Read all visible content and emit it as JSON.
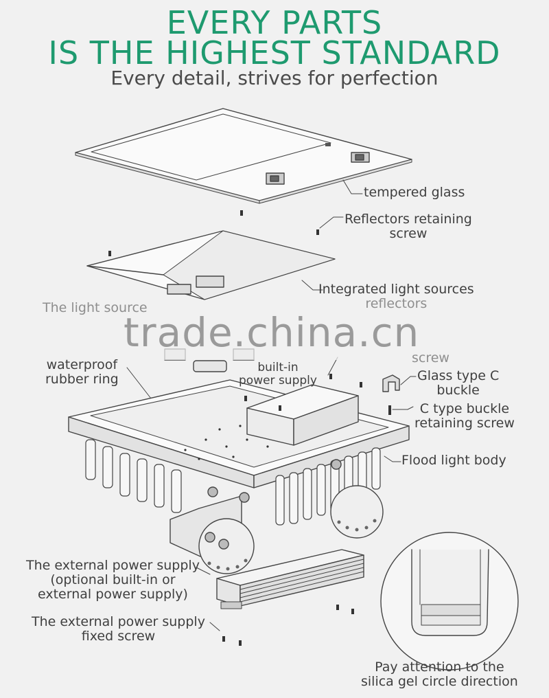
{
  "header": {
    "title_line1": "EVERY PARTS",
    "title_line2": "IS THE HIGHEST STANDARD",
    "subtitle": "Every detail, strives for perfection"
  },
  "labels": {
    "tempered_glass": "tempered glass",
    "reflector_screw_1": "Reflectors retaining",
    "reflector_screw_2": "screw",
    "reflectors_1": "Integrated light sources",
    "reflectors_2": "reflectors",
    "light_source_partial": "The light source",
    "screw_partial": "screw",
    "waterproof_1": "waterproof",
    "waterproof_2": "rubber ring",
    "builtin_1": "built-in",
    "builtin_2": "power supply",
    "glass_buckle_1": "Glass type C",
    "glass_buckle_2": "buckle",
    "c_screw_1": "C type buckle",
    "c_screw_2": "retaining screw",
    "body": "Flood light body",
    "ext_power_1": "The external power supply",
    "ext_power_2": "(optional built-in or",
    "ext_power_3": "external power supply)",
    "ext_fixed_1": "The external power supply",
    "ext_fixed_2": "fixed screw",
    "pay_1": "Pay attention to the",
    "pay_2": "silica gel circle direction"
  },
  "watermark": "trade.china.cn",
  "colors": {
    "title": "#1e9a6f",
    "line_art": "#444444",
    "background": "#f1f1f1"
  }
}
